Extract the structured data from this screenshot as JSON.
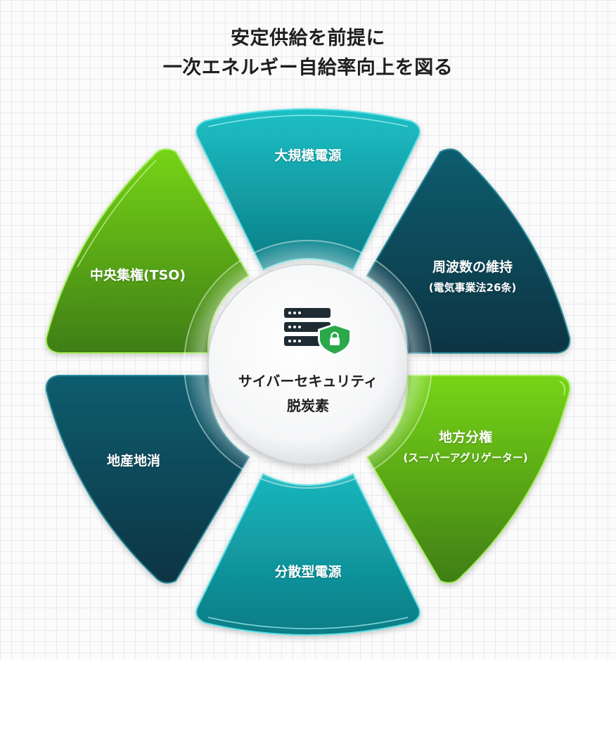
{
  "title": {
    "line1": "安定供給を前提に",
    "line2": "一次エネルギー自給率向上を図る"
  },
  "center": {
    "line1": "サイバーセキュリティ",
    "line2": "脱炭素",
    "icon": "server-shield-icon"
  },
  "segments": [
    {
      "id": "top",
      "label": "大規模電源",
      "sub": "",
      "color": "teal"
    },
    {
      "id": "upper-right",
      "label": "周波数の維持",
      "sub": "(電気事業法26条)",
      "color": "dark-teal"
    },
    {
      "id": "lower-right",
      "label": "地方分権",
      "sub": "(スーパーアグリゲーター)",
      "color": "green"
    },
    {
      "id": "bottom",
      "label": "分散型電源",
      "sub": "",
      "color": "teal"
    },
    {
      "id": "lower-left",
      "label": "地産地消",
      "sub": "",
      "color": "dark-teal"
    },
    {
      "id": "upper-left",
      "label": "中央集権(TSO)",
      "sub": "",
      "color": "green"
    }
  ],
  "colors": {
    "teal_light": "#1ec0c6",
    "teal_dark": "#0a7c85",
    "dark_teal_light": "#0f5d6e",
    "dark_teal_dark": "#073443",
    "green_light": "#76d416",
    "green_dark": "#3f7e12",
    "shield_green": "#2aa84a",
    "server_dark": "#1e2b33"
  }
}
